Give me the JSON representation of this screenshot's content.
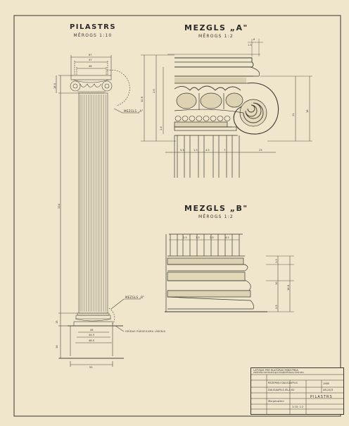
{
  "pilaster": {
    "title": "PILASTRS",
    "scale": "MĒROGS 1:10",
    "callout_a": "MEZGLS „A\"",
    "callout_b": "MEZGLS „B\"",
    "floor_note": "GRĪDAS PĀRSEGUMA LĪMENIS",
    "dims": {
      "cap_top_width": "67",
      "cap_mid_width": "47",
      "cap_low_width": "46",
      "capital_height": "18.5",
      "shaft_height": "334",
      "base_height": "15",
      "plinth_height": "8",
      "base_w1": "44",
      "base_w2": "44.5",
      "base_w3": "48.5",
      "pedestal_width": "55",
      "pedestal_height": "36"
    }
  },
  "detail_a": {
    "title": "MEZGLS „A\"",
    "scale": "MĒROGS 1:2",
    "dims": {
      "top_a": "8",
      "top_b": "1.5",
      "left_total": "10.8",
      "left_mid": "2.6",
      "left_low": "1.4",
      "right_total": "18",
      "right_low": "11",
      "bottom_a": "5.5",
      "bottom_b": "1.5",
      "bottom_c": "4.5",
      "bottom_d": "7",
      "bottom_e": "23"
    }
  },
  "detail_b": {
    "title": "MEZGLS „B\"",
    "scale": "MĒROGS 1:2",
    "dims": {
      "top_a": "2.5",
      "top_b": "3.5",
      "top_c": "3.5",
      "top_d": "4.5",
      "right_total": "16.8",
      "right_mid": "10",
      "right_low": "2.5",
      "right_top": "1.3"
    }
  },
  "title_block": {
    "org": "LATVIJAS PSR KULTŪRAS MINISTRIJA",
    "office": "ZINĀTNISKI RESTAURĀCIJAS PROJEKTĒŠANAS KANTORIS",
    "object": "REZERVJU DAUGAVPILS",
    "address": "DAUGAVPILS IELA 62",
    "drawing": "PILASTRS",
    "year": "1985",
    "sheet": "AR-24/3",
    "scale": "1:10; 1:2",
    "author": "Morgenstern"
  }
}
